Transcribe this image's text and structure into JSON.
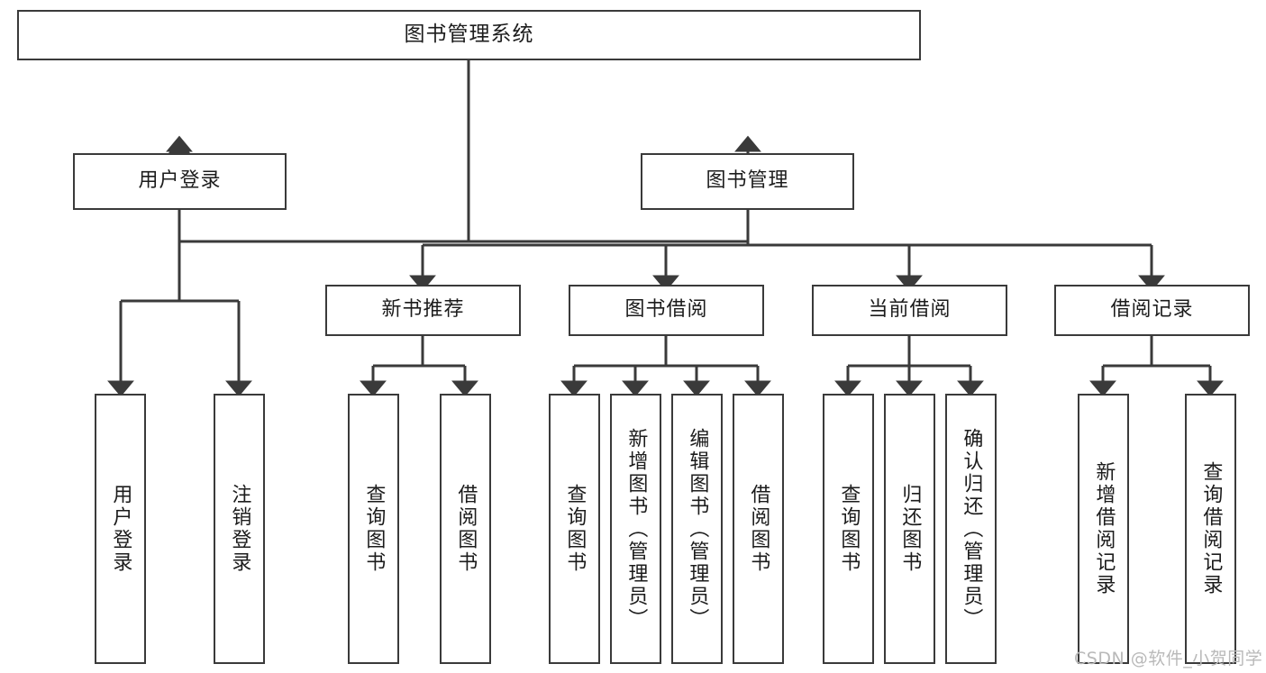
{
  "diagram": {
    "title": "图书管理系统",
    "type": "hierarchy-tree",
    "root": {
      "label": "图书管理系统"
    },
    "level2": [
      {
        "id": "user-login",
        "label": "用户登录"
      },
      {
        "id": "book-management",
        "label": "图书管理"
      }
    ],
    "level3": [
      {
        "id": "new-book-recommend",
        "label": "新书推荐",
        "parent": "book-management"
      },
      {
        "id": "book-borrow",
        "label": "图书借阅",
        "parent": "book-management"
      },
      {
        "id": "current-borrow",
        "label": "当前借阅",
        "parent": "book-management"
      },
      {
        "id": "borrow-record",
        "label": "借阅记录",
        "parent": "book-management"
      }
    ],
    "leaves": [
      {
        "id": "leaf-user-login",
        "label": "用户登录",
        "parent": "user-login"
      },
      {
        "id": "leaf-user-logout",
        "label": "注销登录",
        "parent": "user-login"
      },
      {
        "id": "leaf-query-book-1",
        "label": "查询图书",
        "parent": "new-book-recommend"
      },
      {
        "id": "leaf-borrow-book-1",
        "label": "借阅图书",
        "parent": "new-book-recommend"
      },
      {
        "id": "leaf-query-book-2",
        "label": "查询图书",
        "parent": "book-borrow"
      },
      {
        "id": "leaf-add-book",
        "label": "新增图书（管理员）",
        "parent": "book-borrow"
      },
      {
        "id": "leaf-edit-book",
        "label": "编辑图书（管理员）",
        "parent": "book-borrow"
      },
      {
        "id": "leaf-borrow-book-2",
        "label": "借阅图书",
        "parent": "book-borrow"
      },
      {
        "id": "leaf-query-book-3",
        "label": "查询图书",
        "parent": "current-borrow"
      },
      {
        "id": "leaf-return-book",
        "label": "归还图书",
        "parent": "current-borrow"
      },
      {
        "id": "leaf-confirm-return",
        "label": "确认归还（管理员）",
        "parent": "current-borrow"
      },
      {
        "id": "leaf-add-record",
        "label": "新增借阅记录",
        "parent": "borrow-record"
      },
      {
        "id": "leaf-query-record",
        "label": "查询借阅记录",
        "parent": "borrow-record"
      }
    ],
    "colors": {
      "stroke": "#3a3a3a",
      "fill": "#ffffff",
      "text": "#1c1c1c",
      "watermark": "#b9b9b9"
    }
  },
  "watermark": {
    "text": "CSDN @软件_小贺同学"
  }
}
